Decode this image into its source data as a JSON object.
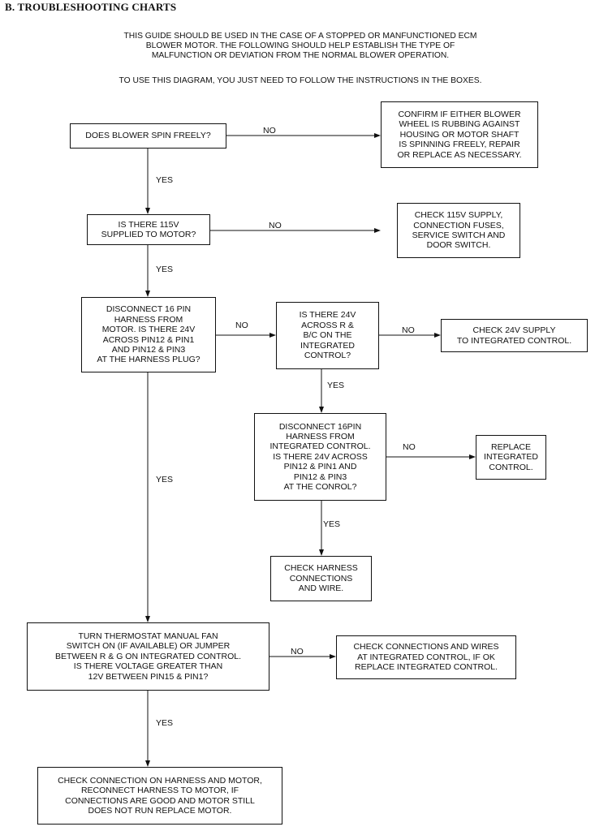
{
  "section_title": "B.  TROUBLESHOOTING CHARTS",
  "intro": {
    "paragraph1": [
      "THIS GUIDE SHOULD BE USED IN THE CASE OF A STOPPED OR MANFUNCTIONED ECM",
      "BLOWER MOTOR.  THE FOLLOWING SHOULD HELP ESTABLISH THE TYPE OF",
      "MALFUNCTION OR DEVIATION FROM THE NORMAL BLOWER OPERATION."
    ],
    "paragraph2": "TO USE THIS DIAGRAM, YOU JUST NEED TO FOLLOW THE INSTRUCTIONS IN THE BOXES."
  },
  "nodes": {
    "q_spin": [
      "DOES BLOWER SPIN FREELY?"
    ],
    "a_rubbing": [
      "CONFIRM IF EITHER BLOWER",
      "WHEEL IS RUBBING AGAINST",
      "HOUSING OR MOTOR SHAFT",
      "IS SPINNING FREELY, REPAIR",
      "OR REPLACE AS NECESSARY."
    ],
    "q_115v": [
      "IS THERE 115V",
      "SUPPLIED TO MOTOR?"
    ],
    "a_115v": [
      "CHECK 115V SUPPLY,",
      "CONNECTION FUSES,",
      "SERVICE SWITCH AND",
      "DOOR SWITCH."
    ],
    "q_harness": [
      "DISCONNECT 16 PIN",
      "HARNESS FROM",
      "MOTOR.  IS THERE 24V",
      "ACROSS PIN12 & PIN1",
      "AND PIN12 & PIN3",
      "AT THE HARNESS PLUG?"
    ],
    "q_24v_rbc": [
      "IS THERE 24V",
      "ACROSS R &",
      "B/C ON THE",
      "INTEGRATED",
      "CONTROL?"
    ],
    "a_24v_supply": [
      "CHECK 24V SUPPLY",
      "TO INTEGRATED CONTROL."
    ],
    "q_control": [
      "DISCONNECT 16PIN",
      "HARNESS FROM",
      "INTEGRATED CONTROL.",
      "IS THERE 24V ACROSS",
      "PIN12 & PIN1 AND",
      "PIN12 & PIN3",
      "AT THE CONROL?"
    ],
    "a_replace_ic": [
      "REPLACE",
      "INTEGRATED",
      "CONTROL."
    ],
    "a_check_harness": [
      "CHECK HARNESS",
      "CONNECTIONS",
      "AND WIRE."
    ],
    "q_thermostat": [
      "TURN THERMOSTAT MANUAL FAN",
      "SWITCH ON (IF AVAILABLE) OR JUMPER",
      "BETWEEN R & G ON INTEGRATED CONTROL.",
      "IS THERE VOLTAGE GREATER THAN",
      "12V BETWEEN PIN15 & PIN1?"
    ],
    "a_check_wires": [
      "CHECK CONNECTIONS AND WIRES",
      "AT INTEGRATED CONTROL, IF OK",
      "REPLACE INTEGRATED CONTROL."
    ],
    "a_replace_motor": [
      "CHECK CONNECTION ON HARNESS AND MOTOR,",
      "RECONNECT HARNESS TO MOTOR, IF",
      "CONNECTIONS ARE GOOD AND MOTOR STILL",
      "DOES NOT RUN REPLACE MOTOR."
    ]
  },
  "edge_labels": {
    "yes": "YES",
    "no": "NO"
  }
}
